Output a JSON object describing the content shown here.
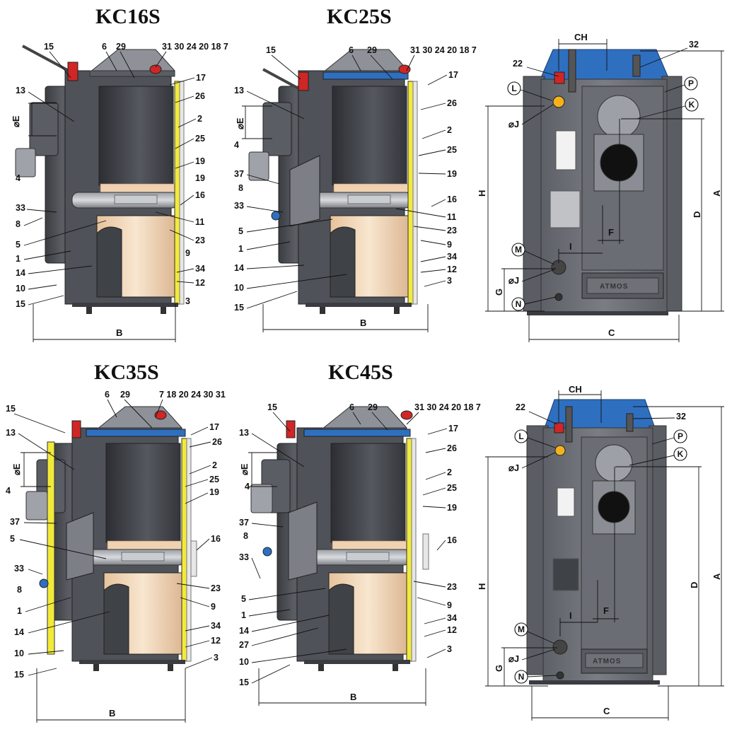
{
  "titles": [
    "KC16S",
    "KC25S",
    "KC35S",
    "KC45S"
  ],
  "colors": {
    "dark": "#4d4f55",
    "darker": "#2e3035",
    "mid": "#6d7077",
    "light": "#8e9198",
    "blue": "#2f6fc0",
    "yellow": "#f2ea3a",
    "refractory": "#f3dcc0",
    "refractory_dark": "#d9b48e",
    "red": "#d02626"
  },
  "kc16s": {
    "top_labels": [
      "15",
      "6",
      "29",
      "31 30 24 20 18 7",
      "17"
    ],
    "left_labels": [
      "13",
      "4",
      "33",
      "8",
      "5",
      "1",
      "14",
      "10",
      "15"
    ],
    "right_labels": [
      "26",
      "2",
      "25",
      "19",
      "19",
      "16",
      "11",
      "23",
      "9",
      "34",
      "12",
      "3"
    ],
    "dims": {
      "b": "B",
      "e": "⌀E"
    }
  },
  "kc25s": {
    "top_labels": [
      "15",
      "6",
      "29",
      "31 30 24 20 18 7",
      "17"
    ],
    "left_labels": [
      "13",
      "4",
      "37",
      "8",
      "33",
      "5",
      "1",
      "14",
      "10",
      "15"
    ],
    "right_labels": [
      "26",
      "2",
      "25",
      "19",
      "16",
      "11",
      "23",
      "9",
      "34",
      "12",
      "3"
    ],
    "dims": {
      "b": "B",
      "e": "⌀E"
    }
  },
  "kc35s": {
    "top_labels": [
      "6",
      "29",
      "7 18 20 24 30 31",
      "15",
      "17"
    ],
    "left_labels": [
      "13",
      "4",
      "37",
      "5",
      "33",
      "8",
      "1",
      "14",
      "10",
      "15"
    ],
    "right_labels": [
      "26",
      "2",
      "25",
      "19",
      "16",
      "23",
      "9",
      "34",
      "12",
      "3"
    ],
    "dims": {
      "b": "B",
      "e": "⌀E"
    }
  },
  "kc45s": {
    "top_labels": [
      "15",
      "6",
      "29",
      "31 30 24 20 18 7",
      "17"
    ],
    "left_labels": [
      "13",
      "4",
      "37",
      "8",
      "33",
      "5",
      "1",
      "14",
      "27",
      "10",
      "15"
    ],
    "right_labels": [
      "26",
      "2",
      "25",
      "19",
      "16",
      "23",
      "9",
      "34",
      "12",
      "3"
    ],
    "dims": {
      "b": "B",
      "e": "⌀E"
    }
  },
  "rear_top": {
    "labels": {
      "top": "32",
      "left": "22"
    },
    "circles": [
      "L",
      "P",
      "K",
      "M",
      "N"
    ],
    "dims": {
      "ch": "CH",
      "h": "H",
      "a": "A",
      "d": "D",
      "f": "F",
      "i": "I",
      "g": "G",
      "c": "C",
      "j1": "⌀J",
      "j2": "⌀J"
    },
    "logo": "ATMOS"
  },
  "rear_bottom": {
    "labels": {
      "top": "32",
      "left": "22"
    },
    "circles": [
      "L",
      "P",
      "K",
      "M",
      "N"
    ],
    "dims": {
      "ch": "CH",
      "h": "H",
      "a": "A",
      "d": "D",
      "f": "F",
      "i": "I",
      "g": "G",
      "c": "C",
      "j1": "⌀J",
      "j2": "⌀J"
    },
    "logo": "ATMOS"
  }
}
